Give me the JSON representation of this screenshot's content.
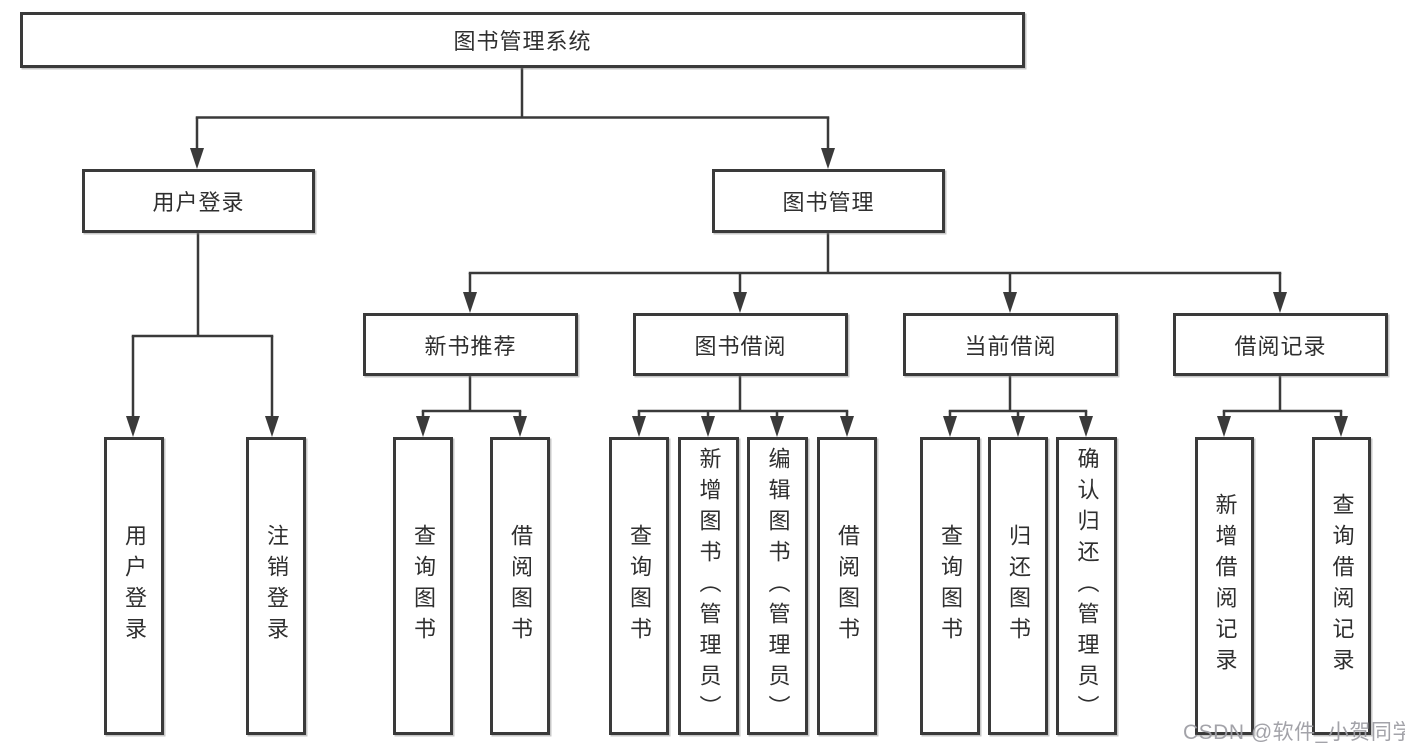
{
  "diagram": {
    "root": "图书管理系统",
    "branches": [
      {
        "label": "用户登录",
        "children": [
          "用户登录",
          "注销登录"
        ]
      },
      {
        "label": "图书管理",
        "sections": [
          {
            "label": "新书推荐",
            "children": [
              "查询图书",
              "借阅图书"
            ]
          },
          {
            "label": "图书借阅",
            "children": [
              "查询图书",
              "新增图书（管理员）",
              "编辑图书（管理员）",
              "借阅图书"
            ]
          },
          {
            "label": "当前借阅",
            "children": [
              "查询图书",
              "归还图书",
              "确认归还（管理员）"
            ]
          },
          {
            "label": "借阅记录",
            "children": [
              "新增借阅记录",
              "查询借阅记录"
            ]
          }
        ]
      }
    ]
  },
  "colors": {
    "line": "#3a3a3a",
    "box_border": "#3a3a3a",
    "text": "#2f2f2f",
    "watermark": "#9e9ea4"
  },
  "watermark": "CSDN @软件_小贺同学"
}
